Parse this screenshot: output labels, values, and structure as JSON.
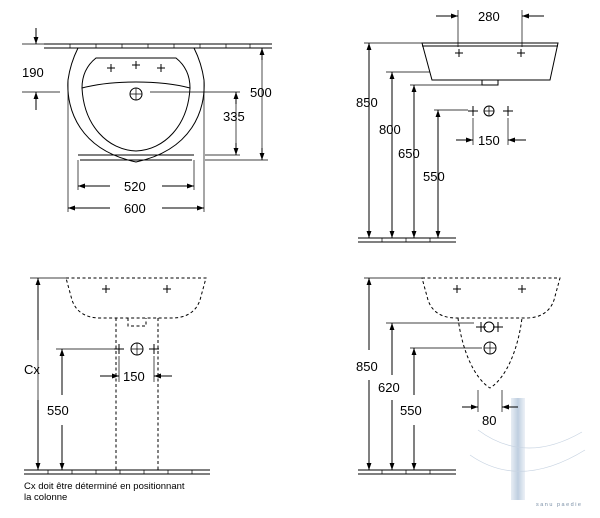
{
  "diagram": {
    "top_left": {
      "dims": {
        "height_190": "190",
        "height_500": "500",
        "height_335": "335",
        "width_520": "520",
        "width_600": "600"
      }
    },
    "top_right": {
      "dims": {
        "width_280": "280",
        "height_850": "850",
        "height_800": "800",
        "height_650": "650",
        "height_550": "550",
        "width_150": "150"
      }
    },
    "bottom_left": {
      "dims": {
        "height_cx": "Cx",
        "height_550": "550",
        "width_150": "150"
      },
      "note_line1": "Cx doit être déterminé en positionnant",
      "note_line2": "la colonne"
    },
    "bottom_right": {
      "dims": {
        "height_850": "850",
        "height_620": "620",
        "height_550": "550",
        "width_80": "80"
      }
    },
    "watermark": "sanu paedie",
    "colors": {
      "line": "#000000",
      "watermark": "#b9cce0"
    }
  }
}
